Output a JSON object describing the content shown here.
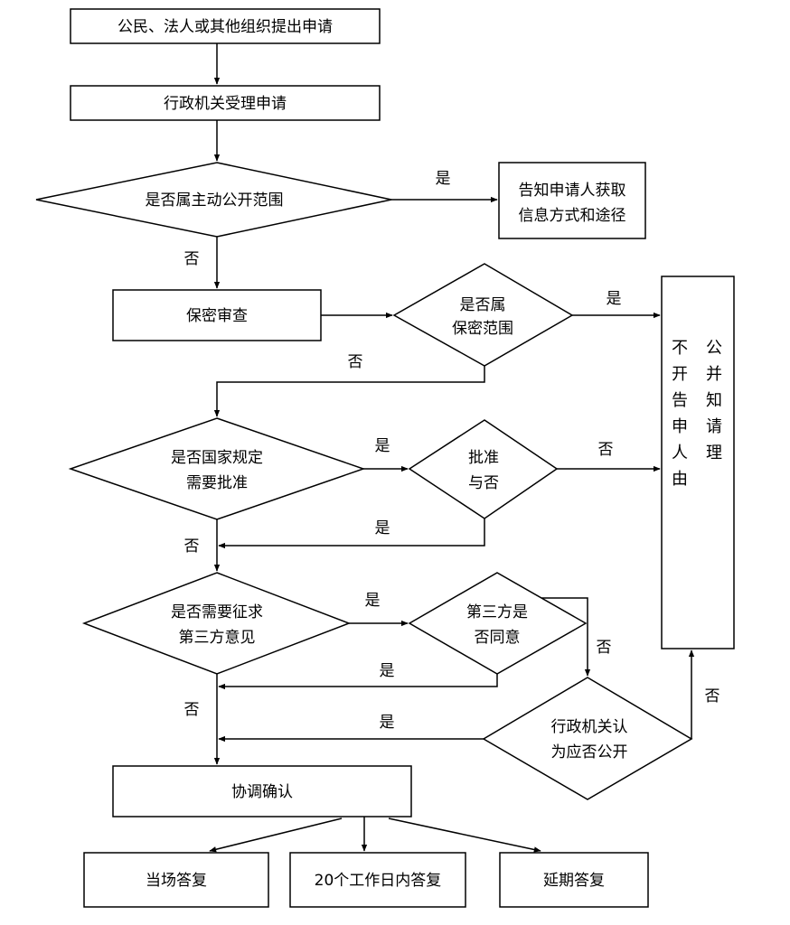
{
  "nodes": {
    "apply": "公民、法人或其他组织提出申请",
    "accept": "行政机关受理申请",
    "q_public": "是否属主动公开范围",
    "notify": [
      "告知申请人获取",
      "信息方式和途径"
    ],
    "secrecy": "保密审查",
    "q_secret": [
      "是否属",
      "保密范围"
    ],
    "q_approve": [
      "是否国家规定",
      "需要批准"
    ],
    "approved": [
      "批准",
      "与否"
    ],
    "q_third": [
      "是否需要征求",
      "第三方意见"
    ],
    "third_agree": [
      "第三方是",
      "否同意"
    ],
    "agency": [
      "行政机关认",
      "为应否公开"
    ],
    "reject_col1": [
      "不",
      "开",
      "告",
      "申",
      "人",
      "由"
    ],
    "reject_col2": [
      "公",
      "并",
      "知",
      "请",
      "理"
    ],
    "confirm": "协调确认",
    "out_now": "当场答复",
    "out_20": "20个工作日内答复",
    "out_delay": "延期答复"
  },
  "edges": {
    "yes": "是",
    "no": "否"
  }
}
